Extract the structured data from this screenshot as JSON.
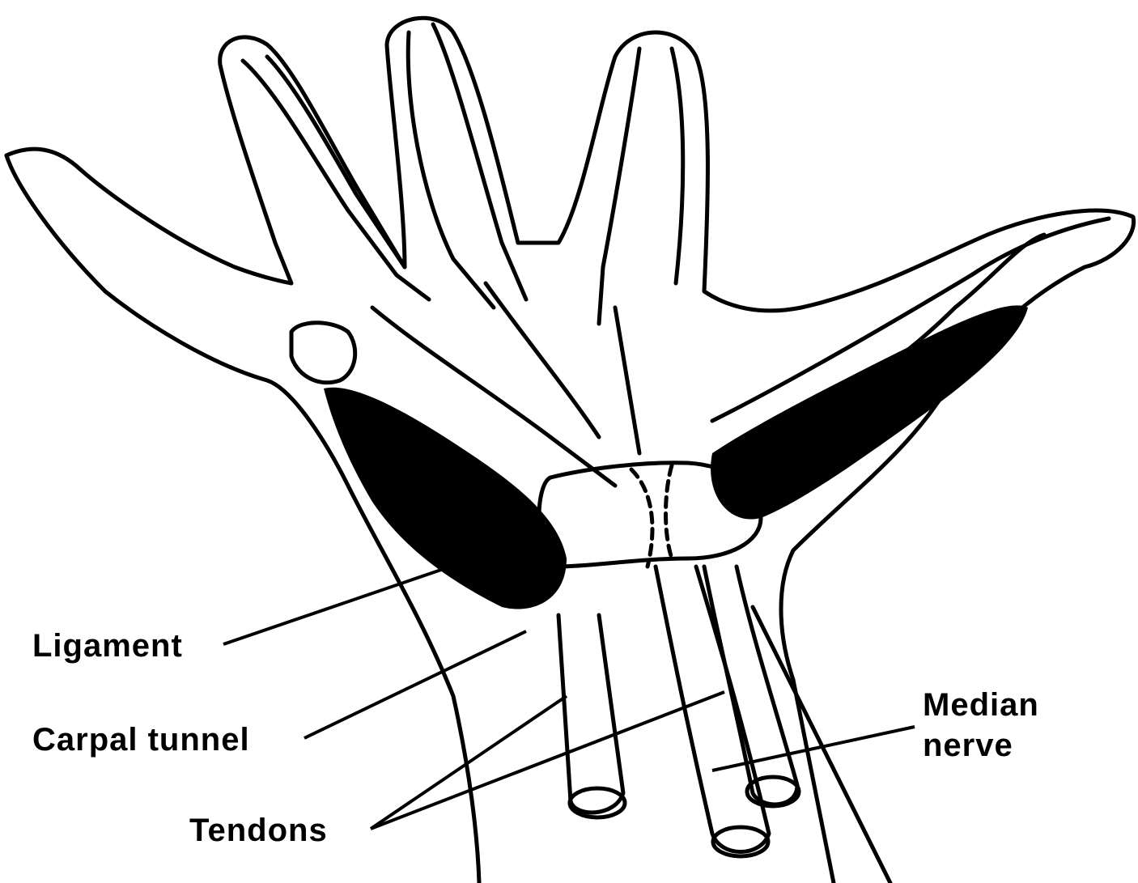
{
  "labels": {
    "ligament": "Ligament",
    "carpal_tunnel": "Carpal tunnel",
    "tendons": "Tendons",
    "median_nerve_line1": "Median",
    "median_nerve_line2": "nerve"
  },
  "colors": {
    "ink": "#000000",
    "paper": "#ffffff"
  }
}
